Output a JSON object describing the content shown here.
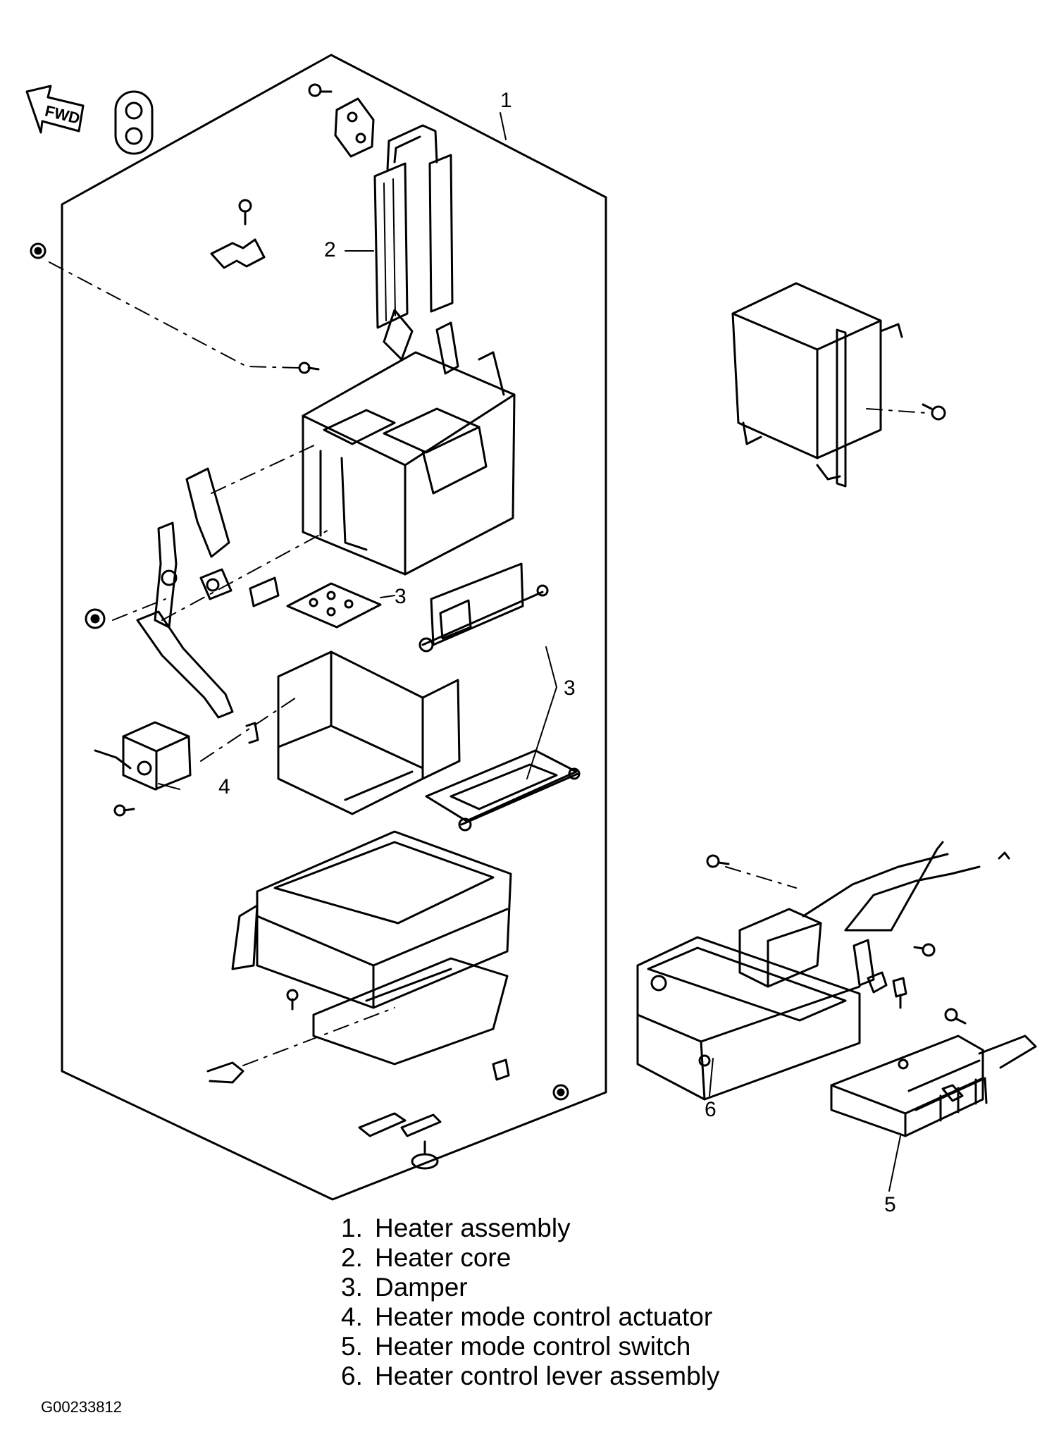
{
  "direction_marker": {
    "label": "FWD",
    "icon": "forward-arrow-icon"
  },
  "callouts": [
    {
      "id": "c1",
      "text": "1"
    },
    {
      "id": "c2",
      "text": "2"
    },
    {
      "id": "c3a",
      "text": "3"
    },
    {
      "id": "c3b",
      "text": "3"
    },
    {
      "id": "c4",
      "text": "4"
    },
    {
      "id": "c5",
      "text": "5"
    },
    {
      "id": "c6",
      "text": "6"
    }
  ],
  "legend": [
    {
      "num": "1.",
      "label": "Heater assembly"
    },
    {
      "num": "2.",
      "label": "Heater core"
    },
    {
      "num": "3.",
      "label": "Damper"
    },
    {
      "num": "4.",
      "label": "Heater mode control actuator"
    },
    {
      "num": "5.",
      "label": "Heater mode control switch"
    },
    {
      "num": "6.",
      "label": "Heater control lever assembly"
    }
  ],
  "figure_id": "G00233812"
}
